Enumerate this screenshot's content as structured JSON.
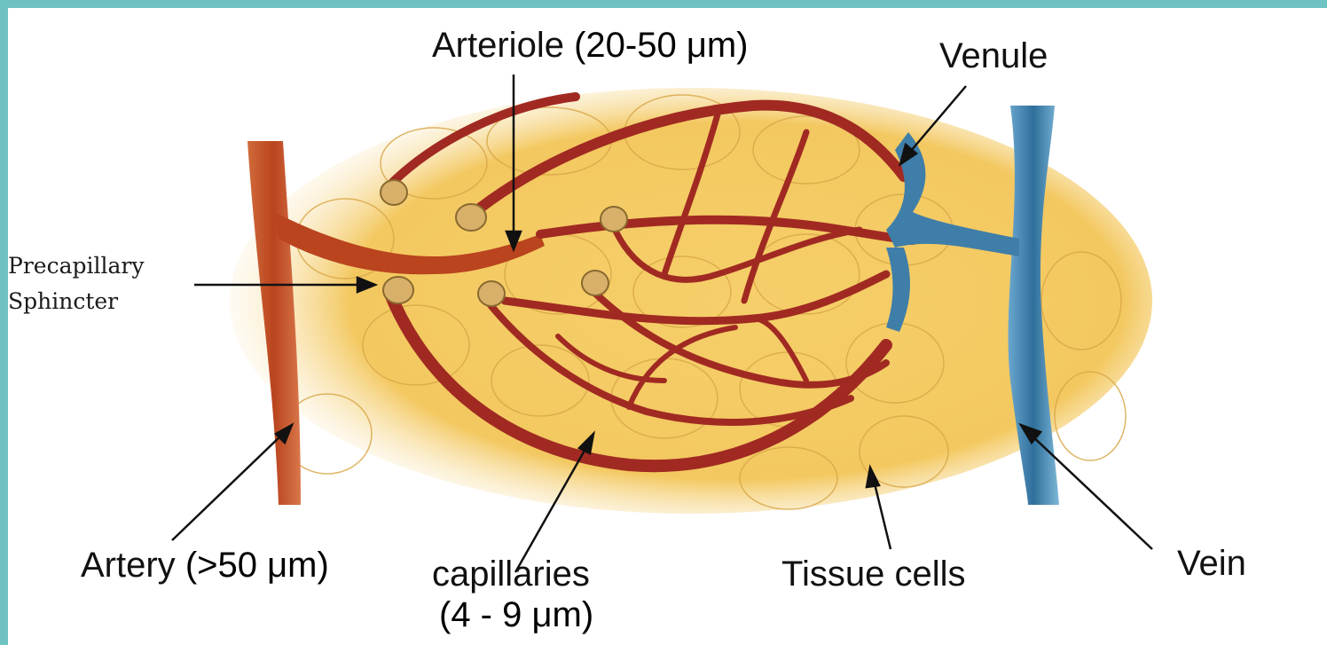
{
  "figure": {
    "labels": {
      "arteriole": "Arteriole",
      "arteriole_size": "(20-50 μm)",
      "venule": "Venule",
      "precapillary_line1": "Precapillary",
      "precapillary_line2": "Sphincter",
      "artery": "Artery",
      "artery_size": "(>50 μm)",
      "capillaries": "capillaries",
      "capillaries_size": "(4 - 9 μm)",
      "tissue_cells": "Tissue cells",
      "vein": "Vein"
    },
    "colors": {
      "background_frame": "#6fc2c2",
      "tissue": "#f4c85e",
      "artery": "#b8401c",
      "capillary": "#9e2a22",
      "vein": "#3f7ea8",
      "sphincter": "#d8b06a"
    }
  }
}
